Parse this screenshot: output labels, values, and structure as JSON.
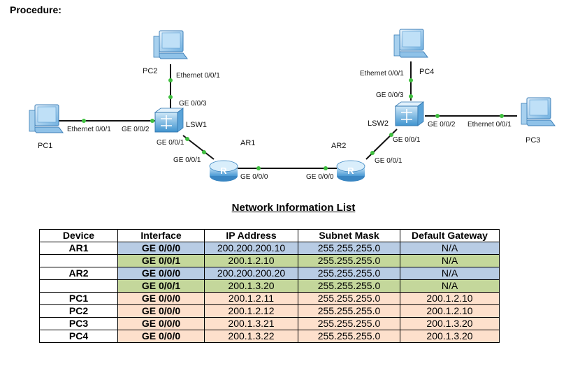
{
  "heading": "Procedure:",
  "topology": {
    "devices": {
      "pc1": "PC1",
      "pc2": "PC2",
      "pc3": "PC3",
      "pc4": "PC4",
      "lsw1": "LSW1",
      "lsw2": "LSW2",
      "ar1": "AR1",
      "ar2": "AR2"
    },
    "ports": {
      "pc1_eth": "Ethernet 0/0/1",
      "lsw1_ge002": "GE 0/0/2",
      "pc2_eth": "Ethernet 0/0/1",
      "lsw1_ge003": "GE 0/0/3",
      "lsw1_ge001": "GE 0/0/1",
      "ar1_ge001": "GE 0/0/1",
      "ar1_ge000": "GE 0/0/0",
      "ar2_ge000": "GE 0/0/0",
      "ar2_ge001": "GE 0/0/1",
      "lsw2_ge001": "GE 0/0/1",
      "pc4_eth": "Ethernet 0/0/1",
      "lsw2_ge003": "GE 0/0/3",
      "lsw2_ge002": "GE 0/0/2",
      "pc3_eth": "Ethernet 0/0/1"
    },
    "router_glyph": "R"
  },
  "table": {
    "title": "Network Information List",
    "headers": [
      "Device",
      "Interface",
      "IP Address",
      "Subnet Mask",
      "Default Gateway"
    ],
    "rows": [
      {
        "device": "AR1",
        "interface": "GE 0/0/0",
        "ip": "200.200.200.10",
        "mask": "255.255.255.0",
        "gateway": "N/A",
        "band": "blue"
      },
      {
        "device": "",
        "interface": "GE 0/0/1",
        "ip": "200.1.2.10",
        "mask": "255.255.255.0",
        "gateway": "N/A",
        "band": "green"
      },
      {
        "device": "AR2",
        "interface": "GE 0/0/0",
        "ip": "200.200.200.20",
        "mask": "255.255.255.0",
        "gateway": "N/A",
        "band": "blue"
      },
      {
        "device": "",
        "interface": "GE 0/0/1",
        "ip": "200.1.3.20",
        "mask": "255.255.255.0",
        "gateway": "N/A",
        "band": "green"
      },
      {
        "device": "PC1",
        "interface": "GE 0/0/0",
        "ip": "200.1.2.11",
        "mask": "255.255.255.0",
        "gateway": "200.1.2.10",
        "band": "peach"
      },
      {
        "device": "PC2",
        "interface": "GE 0/0/0",
        "ip": "200.1.2.12",
        "mask": "255.255.255.0",
        "gateway": "200.1.2.10",
        "band": "peach"
      },
      {
        "device": "PC3",
        "interface": "GE 0/0/0",
        "ip": "200.1.3.21",
        "mask": "255.255.255.0",
        "gateway": "200.1.3.20",
        "band": "peach"
      },
      {
        "device": "PC4",
        "interface": "GE 0/0/0",
        "ip": "200.1.3.22",
        "mask": "255.255.255.0",
        "gateway": "200.1.3.20",
        "band": "peach"
      }
    ]
  }
}
